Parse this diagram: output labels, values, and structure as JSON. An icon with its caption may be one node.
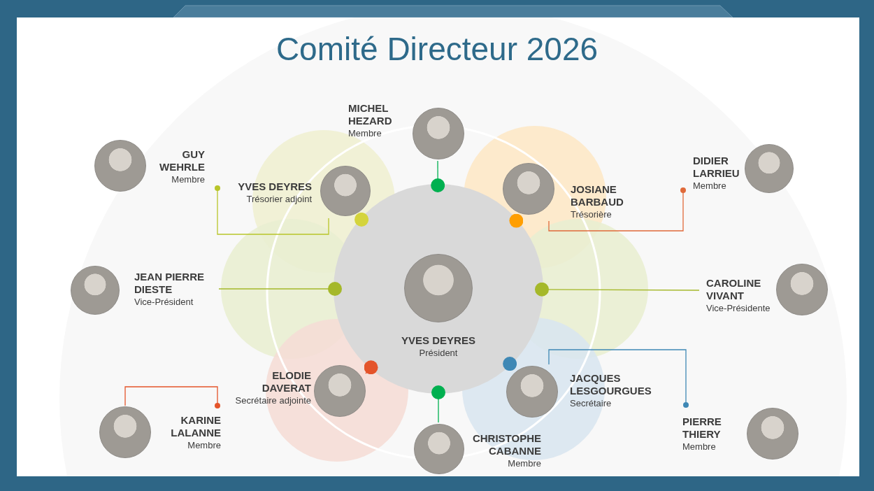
{
  "diagram": {
    "title": "Comité Directeur 2026",
    "nodes": [
      {
        "text": [
          "MICHEL HEZARD",
          "Membre"
        ]
      },
      {
        "text": [
          "GUY WEHRLE",
          "Membre"
        ]
      },
      {
        "text": [
          "DIDIER LARRIEU",
          "Membre"
        ]
      },
      {
        "text": [
          "YVES DEYRES",
          "Trésorier adjoint"
        ]
      },
      {
        "text": [
          "JOSIANE BARBAUD",
          "Trésorière"
        ]
      },
      {
        "text": [
          "JEAN PIERRE DIESTE",
          "Vice-Président"
        ]
      },
      {
        "text": [
          "YVES DEYRES",
          "Président"
        ]
      },
      {
        "text": [
          "CAROLINE VIVANT",
          "Vice-Présidente"
        ]
      },
      {
        "text": [
          "ELODIE DAVERAT",
          "Secrétaire adjointe"
        ]
      },
      {
        "text": [
          "JACQUES LESGOURGUES",
          "Secrétaire"
        ]
      },
      {
        "text": [
          "KARINE LALANNE",
          "Membre"
        ]
      },
      {
        "text": [
          "CHRISTOPHE CABANNE",
          "Membre"
        ]
      },
      {
        "text": [
          "PIERRE THIERY",
          "Membre"
        ]
      }
    ],
    "edges": [
      {
        "from": 0,
        "to": 6,
        "arrow": "other",
        "color": "#00b050"
      },
      {
        "from": 3,
        "to": 6,
        "arrow": "other",
        "color": "#d4d43c"
      },
      {
        "from": 4,
        "to": 6,
        "arrow": "other",
        "color": "#ff9e00"
      },
      {
        "from": 5,
        "to": 6,
        "arrow": "other",
        "color": "#a5b82a"
      },
      {
        "from": 7,
        "to": 6,
        "arrow": "other",
        "color": "#a5b82a"
      },
      {
        "from": 8,
        "to": 6,
        "arrow": "other",
        "color": "#e4542a"
      },
      {
        "from": 9,
        "to": 6,
        "arrow": "other",
        "color": "#3f88b5"
      },
      {
        "from": 11,
        "to": 6,
        "arrow": "other",
        "color": "#00b050"
      },
      {
        "from": 3,
        "to": 1,
        "arrow": "other",
        "color": "#b8c52a"
      },
      {
        "from": 4,
        "to": 2,
        "arrow": "other",
        "color": "#e06a3a"
      },
      {
        "from": 10,
        "to": 10,
        "arrow": "other",
        "color": "#e4542a"
      },
      {
        "from": 9,
        "to": 12,
        "arrow": "other",
        "color": "#3f88b5"
      }
    ]
  }
}
